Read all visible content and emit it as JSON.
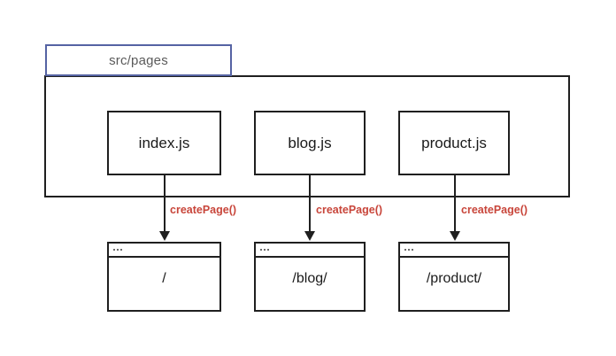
{
  "diagram": {
    "folder": {
      "tab_label": "src/pages",
      "tab_border_color": "#5563a3",
      "tab_text_color": "#5a5a5a"
    },
    "source_files": [
      {
        "name": "index.js"
      },
      {
        "name": "blog.js"
      },
      {
        "name": "product.js"
      }
    ],
    "arrows": [
      {
        "label": "createPage()"
      },
      {
        "label": "createPage()"
      },
      {
        "label": "createPage()"
      }
    ],
    "arrow_label_color": "#c8453a",
    "pages": [
      {
        "url": "/",
        "titlebar_dots": "..."
      },
      {
        "url": "/blog/",
        "titlebar_dots": "..."
      },
      {
        "url": "/product/",
        "titlebar_dots": "..."
      }
    ]
  }
}
